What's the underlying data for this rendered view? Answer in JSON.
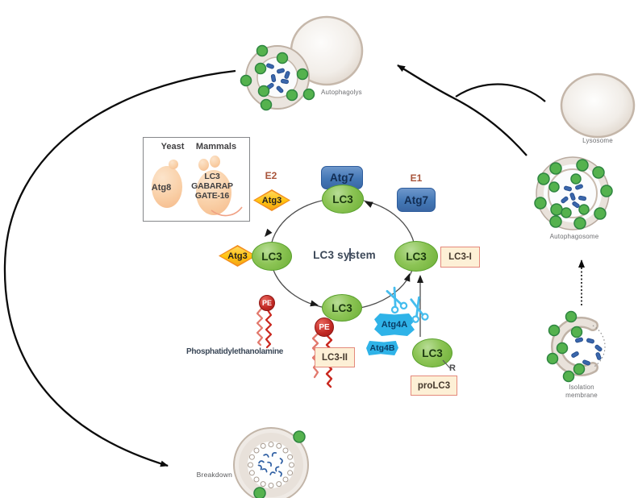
{
  "panel": {
    "title": "LC3 system",
    "inset": {
      "yeast_label": "Yeast",
      "mammals_label": "Mammals",
      "yeast_protein": "Atg8",
      "mammal_proteins": [
        "LC3",
        "GABARAP",
        "GATE-16"
      ]
    },
    "e2_label": "E2",
    "e1_label": "E1",
    "atg7_label": "Atg7",
    "atg3_label": "Atg3",
    "lc3_label": "LC3",
    "pe_label": "PE",
    "atg4a_label": "Atg4A",
    "atg4b_label": "Atg4B",
    "lc3_i_tag": "LC3-I",
    "lc3_ii_tag": "LC3-II",
    "prolc3_tag": "proLC3",
    "r_label": "R",
    "pe_full_name": "Phosphatidylethanolamine"
  },
  "organelles": {
    "autophagolysosome_label": "Autophagolys",
    "lysosome_label": "Lysosome",
    "autophagosome_label": "Autophagosome",
    "isolation_membrane_label_line1": "Isolation",
    "isolation_membrane_label_line2": "membrane",
    "breakdown_label": "Breakdown"
  },
  "colors": {
    "lc3_green": "#76B83F",
    "atg7_blue": "#4478B6",
    "atg3_yellow": "#FFC20E",
    "pe_red": "#C02823",
    "atg4_cyan": "#2FB3E8",
    "scissors_cyan": "#45BDEE",
    "tag_background": "#FDF0D6",
    "tag_border": "#E4897B",
    "enzyme_label_rust": "#A8543A",
    "membrane_beige": "#D6CCC4",
    "vesicle_dot_green": "#55B24E",
    "cargo_rod_blue": "#3A66AC",
    "cell_peach": "#F9CFA6"
  }
}
